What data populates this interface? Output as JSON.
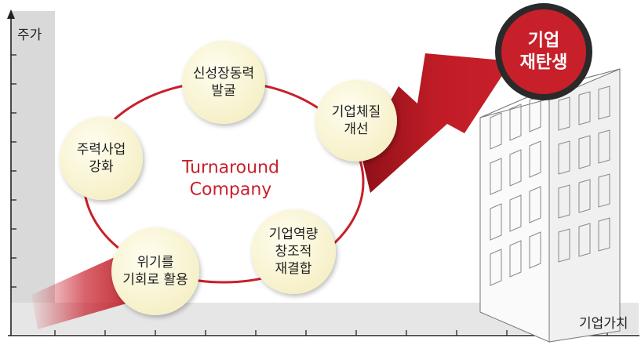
{
  "axes": {
    "y_label": "주가",
    "x_label": "기업가치"
  },
  "center": {
    "line1": "Turnaround",
    "line2": "Company"
  },
  "nodes": [
    {
      "id": "top",
      "lines": [
        "신성장동력",
        "발굴"
      ]
    },
    {
      "id": "right",
      "lines": [
        "기업체질",
        "개선"
      ]
    },
    {
      "id": "left",
      "lines": [
        "주력사업",
        "강화"
      ]
    },
    {
      "id": "bottom-right",
      "lines": [
        "기업역량",
        "창조적",
        "재결합"
      ]
    },
    {
      "id": "bottom-left",
      "lines": [
        "위기를",
        "기회로 활용"
      ]
    }
  ],
  "result": {
    "line1": "기업",
    "line2": "재탄생"
  },
  "colors": {
    "accent_red": "#c8202b",
    "node_fill": "#fbf6d2",
    "badge_dark": "#2a2a2a",
    "axis_gray": "#d9d9d9"
  }
}
